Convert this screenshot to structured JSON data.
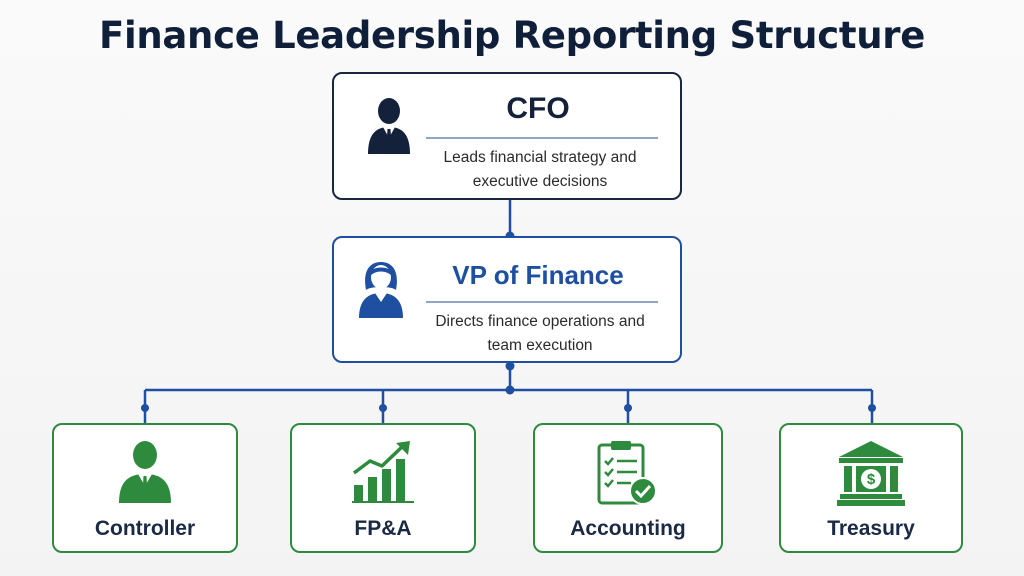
{
  "title": "Finance Leadership Reporting Structure",
  "colors": {
    "navy": "#14213a",
    "blue": "#1f4fa1",
    "green": "#2e8b3e"
  },
  "cfo": {
    "title": "CFO",
    "description": "Leads financial strategy and executive decisions",
    "icon": "businessman-icon"
  },
  "vp": {
    "title": "VP of Finance",
    "description": "Directs finance operations and team execution",
    "icon": "businesswoman-icon"
  },
  "departments": [
    {
      "label": "Controller",
      "icon": "person-icon"
    },
    {
      "label": "FP&A",
      "icon": "growth-chart-icon"
    },
    {
      "label": "Accounting",
      "icon": "checklist-icon"
    },
    {
      "label": "Treasury",
      "icon": "bank-icon"
    }
  ]
}
